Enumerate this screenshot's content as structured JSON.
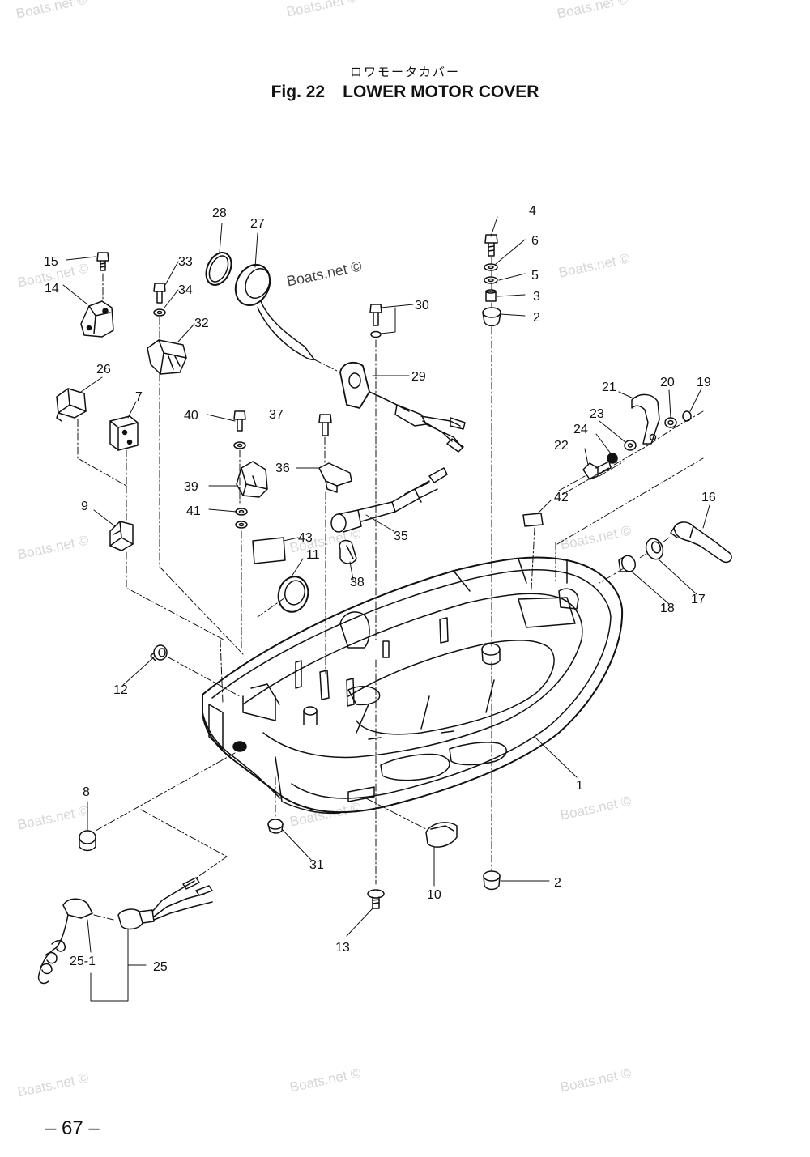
{
  "header": {
    "japanese_title": "ロワモータカバー",
    "figure_number": "Fig. 22",
    "figure_title": "LOWER MOTOR COVER"
  },
  "footer": {
    "page_number": "– 67 –"
  },
  "watermarks": [
    "Boats.net ©",
    "Boats.net ©",
    "Boats.net ©",
    "Boats.net ©",
    "Boats.net ©",
    "Boats.net ©",
    "Boats.net ©",
    "Boats.net ©",
    "Boats.net ©",
    "Boats.net ©",
    "Boats.net ©",
    "Boats.net ©",
    "Boats.net ©",
    "Boats.net ©",
    "Boats.net ©"
  ],
  "callouts": [
    "1",
    "2",
    "2",
    "3",
    "4",
    "5",
    "6",
    "7",
    "8",
    "9",
    "10",
    "11",
    "12",
    "13",
    "14",
    "15",
    "16",
    "17",
    "18",
    "19",
    "20",
    "21",
    "22",
    "23",
    "24",
    "25",
    "25-1",
    "26",
    "27",
    "28",
    "29",
    "30",
    "31",
    "32",
    "33",
    "34",
    "35",
    "36",
    "37",
    "38",
    "39",
    "40",
    "41",
    "42",
    "43"
  ]
}
